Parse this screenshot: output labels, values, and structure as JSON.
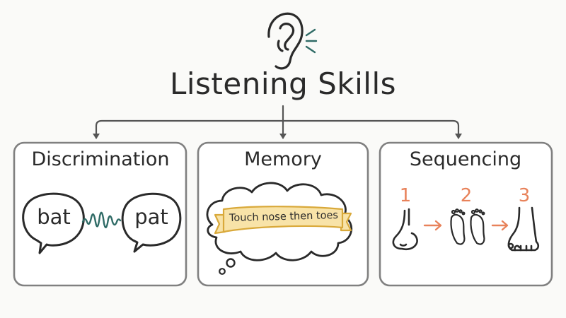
{
  "title": "Listening Skills",
  "icons": {
    "header": "ear-icon"
  },
  "colors": {
    "ink": "#2a2a2a",
    "box_border": "#808080",
    "wave": "#2f6b66",
    "banner_fill": "#f8e3a8",
    "banner_stroke": "#d9a93a",
    "step_accent": "#e8825a"
  },
  "boxes": [
    {
      "title": "Discrimination",
      "words": [
        "bat",
        "pat"
      ]
    },
    {
      "title": "Memory",
      "banner": "Touch nose then toes"
    },
    {
      "title": "Sequencing",
      "steps": [
        {
          "number": "1",
          "icon": "nose-icon"
        },
        {
          "number": "2",
          "icon": "footprints-icon"
        },
        {
          "number": "3",
          "icon": "foot-icon"
        }
      ]
    }
  ]
}
